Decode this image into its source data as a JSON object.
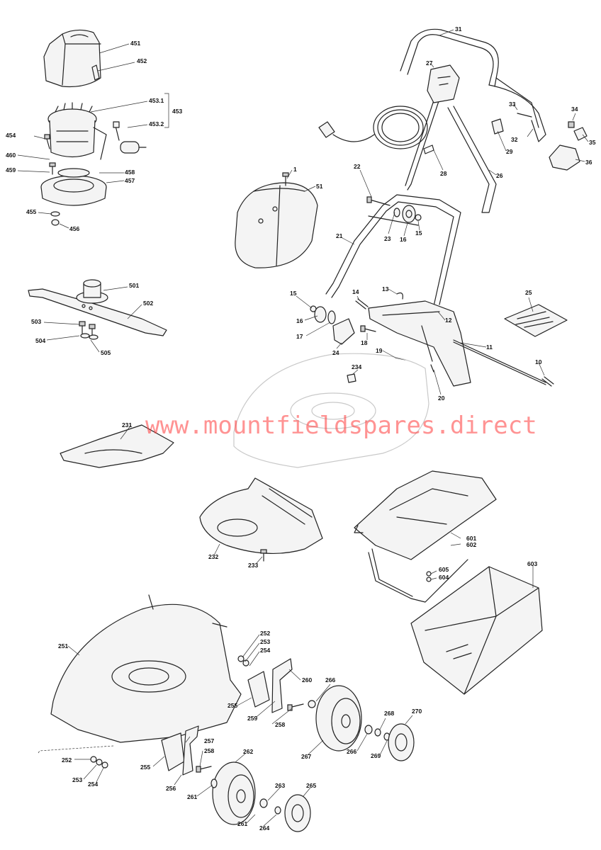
{
  "watermark": "www.mountfieldspares.direct",
  "part_labels": {
    "p451": "451",
    "p452": "452",
    "p453_1": "453.1",
    "p453": "453",
    "p453_2": "453.2",
    "p454": "454",
    "p460": "460",
    "p459": "459",
    "p458": "458",
    "p457": "457",
    "p455": "455",
    "p456": "456",
    "p501": "501",
    "p502": "502",
    "p503": "503",
    "p504": "504",
    "p505": "505",
    "p1": "1",
    "p51": "51",
    "p31": "31",
    "p27": "27",
    "p33": "33",
    "p32": "32",
    "p29": "29",
    "p28": "28",
    "p26": "26",
    "p34": "34",
    "p35": "35",
    "p36": "36",
    "p22": "22",
    "p23": "23",
    "p16a": "16",
    "p15a": "15",
    "p21": "21",
    "p15b": "15",
    "p16b": "16",
    "p17": "17",
    "p14": "14",
    "p13": "13",
    "p12": "12",
    "p24": "24",
    "p18": "18",
    "p19": "19",
    "p11": "11",
    "p10": "10",
    "p20": "20",
    "p25": "25",
    "p234": "234",
    "p231": "231",
    "p232": "232",
    "p233": "233",
    "p601": "601",
    "p602": "602",
    "p605": "605",
    "p604": "604",
    "p603": "603",
    "p251": "251",
    "p252a": "252",
    "p253a": "253",
    "p254a": "254",
    "p255a": "255",
    "p259": "259",
    "p258a": "258",
    "p260": "260",
    "p266a": "266",
    "p267": "267",
    "p266b": "266",
    "p268": "268",
    "p269": "269",
    "p270": "270",
    "p252b": "252",
    "p253b": "253",
    "p254b": "254",
    "p255b": "255",
    "p256": "256",
    "p257": "257",
    "p258b": "258",
    "p262": "262",
    "p261a": "261",
    "p261b": "261",
    "p263": "263",
    "p264": "264",
    "p265": "265"
  }
}
